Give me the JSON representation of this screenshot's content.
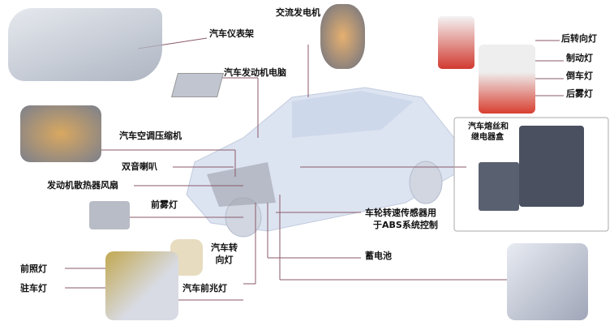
{
  "labels": {
    "dashboard": "汽车仪表架",
    "alternator": "交流发电机",
    "ecu": "汽车发动机电脑",
    "rear_turn": "后转向灯",
    "brake": "制动灯",
    "reverse": "倒车灯",
    "rear_fog": "后雾灯",
    "ac_compressor": "汽车空调压缩机",
    "horn": "双音喇叭",
    "radiator_fan": "发动机散热器风扇",
    "front_fog": "前雾灯",
    "fuse_box_1": "汽车熔丝和",
    "fuse_box_2": "继电器盒",
    "abs_sensor_1": "车轮转速传感器用",
    "abs_sensor_2": "于ABS系统控制",
    "turn_signal_1": "汽车转",
    "turn_signal_2": "向灯",
    "battery": "蓄电池",
    "headlight": "前照灯",
    "parking_light": "驻车灯",
    "front_marker": "汽车前兆灯"
  }
}
